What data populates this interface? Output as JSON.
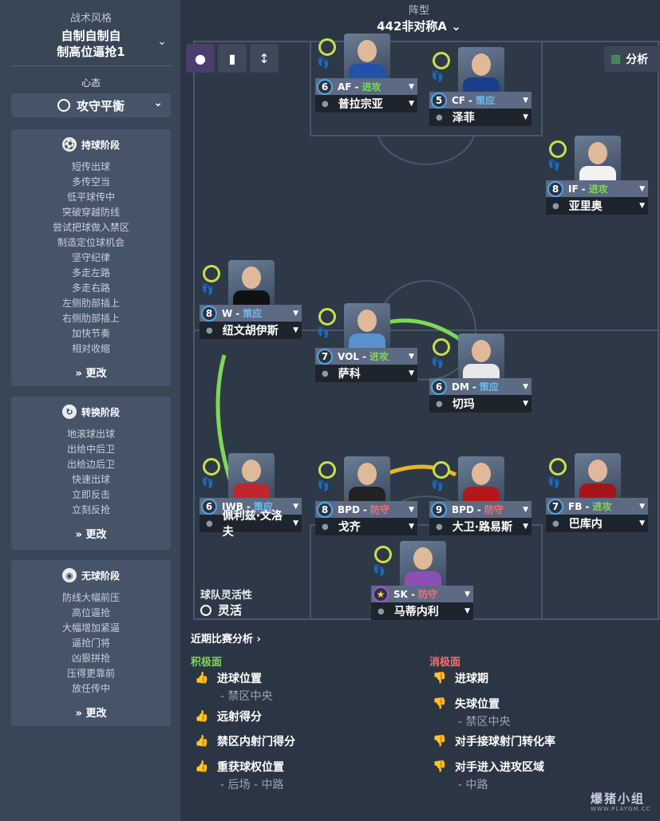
{
  "left": {
    "style_label": "战术风格",
    "style_name_line1": "自制自制自",
    "style_name_line2": "制高位逼抢1",
    "mentality_label": "心态",
    "mentality_value": "攻守平衡",
    "phases": [
      {
        "title": "持球阶段",
        "items": [
          "短传出球",
          "多传空当",
          "低平球传中",
          "突破穿越防线",
          "尝试把球做入禁区",
          "制造定位球机会",
          "坚守纪律",
          "多走左路",
          "多走右路",
          "左侧肋部插上",
          "右侧肋部插上",
          "加快节奏",
          "相对收缩"
        ],
        "change": "更改"
      },
      {
        "title": "转换阶段",
        "items": [
          "地滚球出球",
          "出给中后卫",
          "出给边后卫",
          "快速出球",
          "立即反击",
          "立刻反抢"
        ],
        "change": "更改"
      },
      {
        "title": "无球阶段",
        "items": [
          "防线大幅前压",
          "高位逼抢",
          "大幅增加紧逼",
          "逼抢门将",
          "凶狠拼抢",
          "压得更靠前",
          "放任传中"
        ],
        "change": "更改"
      }
    ]
  },
  "formation": {
    "label": "阵型",
    "name": "442非对称A"
  },
  "analysis_label": "分析",
  "players": [
    {
      "rating": "6",
      "role": "AF",
      "duty": "进攻",
      "duty_class": "duty-green",
      "name": "普拉宗亚",
      "shirt": "#2451a8"
    },
    {
      "rating": "5",
      "role": "CF",
      "duty": "策应",
      "duty_class": "duty-blue",
      "name": "泽菲",
      "shirt": "#1a3f8a"
    },
    {
      "rating": "8",
      "role": "IF",
      "duty": "进攻",
      "duty_class": "duty-green",
      "name": "亚里奥",
      "shirt": "#f2f2f2"
    },
    {
      "rating": "8",
      "role": "W",
      "duty": "策应",
      "duty_class": "duty-blue",
      "name": "纽文胡伊斯",
      "shirt": "#111111"
    },
    {
      "rating": "7",
      "role": "VOL",
      "duty": "进攻",
      "duty_class": "duty-green",
      "name": "萨科",
      "shirt": "#5a8fd0"
    },
    {
      "rating": "6",
      "role": "DM",
      "duty": "策应",
      "duty_class": "duty-blue",
      "name": "切玛",
      "shirt": "#e8e8e8"
    },
    {
      "rating": "6",
      "role": "IWB",
      "duty": "策应",
      "duty_class": "duty-blue",
      "name": "佩利兹·文洛夫",
      "shirt": "#c0262c"
    },
    {
      "rating": "8",
      "role": "BPD",
      "duty": "防守",
      "duty_class": "duty-red",
      "name": "戈齐",
      "shirt": "#222222"
    },
    {
      "rating": "9",
      "role": "BPD",
      "duty": "防守",
      "duty_class": "duty-red",
      "name": "大卫·路易斯",
      "shirt": "#b3161b"
    },
    {
      "rating": "7",
      "role": "FB",
      "duty": "进攻",
      "duty_class": "duty-green",
      "name": "巴库内",
      "shirt": "#a4151a"
    },
    {
      "rating": "",
      "role": "SK",
      "duty": "防守",
      "duty_class": "duty-red",
      "name": "马蒂内利",
      "shirt": "#8c4fb3"
    }
  ],
  "flexibility": {
    "label": "球队灵活性",
    "value": "灵活"
  },
  "recent": {
    "title": "近期比赛分析",
    "positive_title": "积极面",
    "negative_title": "消极面",
    "positive": [
      {
        "text": "进球位置",
        "sub": "- 禁区中央"
      },
      {
        "text": "远射得分",
        "sub": ""
      },
      {
        "text": "禁区内射门得分",
        "sub": ""
      },
      {
        "text": "重获球权位置",
        "sub": "- 后场 - 中路"
      }
    ],
    "negative": [
      {
        "text": "进球期",
        "sub": ""
      },
      {
        "text": "失球位置",
        "sub": "- 禁区中央"
      },
      {
        "text": "对手接球射门转化率",
        "sub": ""
      },
      {
        "text": "对手进入进攻区域",
        "sub": "- 中路"
      }
    ]
  },
  "watermark": "爆猪小组",
  "watermark_url": "WWW.PLAYGM.CC",
  "colors": {
    "positive": "#7ed957",
    "negative": "#ff6b6b"
  }
}
